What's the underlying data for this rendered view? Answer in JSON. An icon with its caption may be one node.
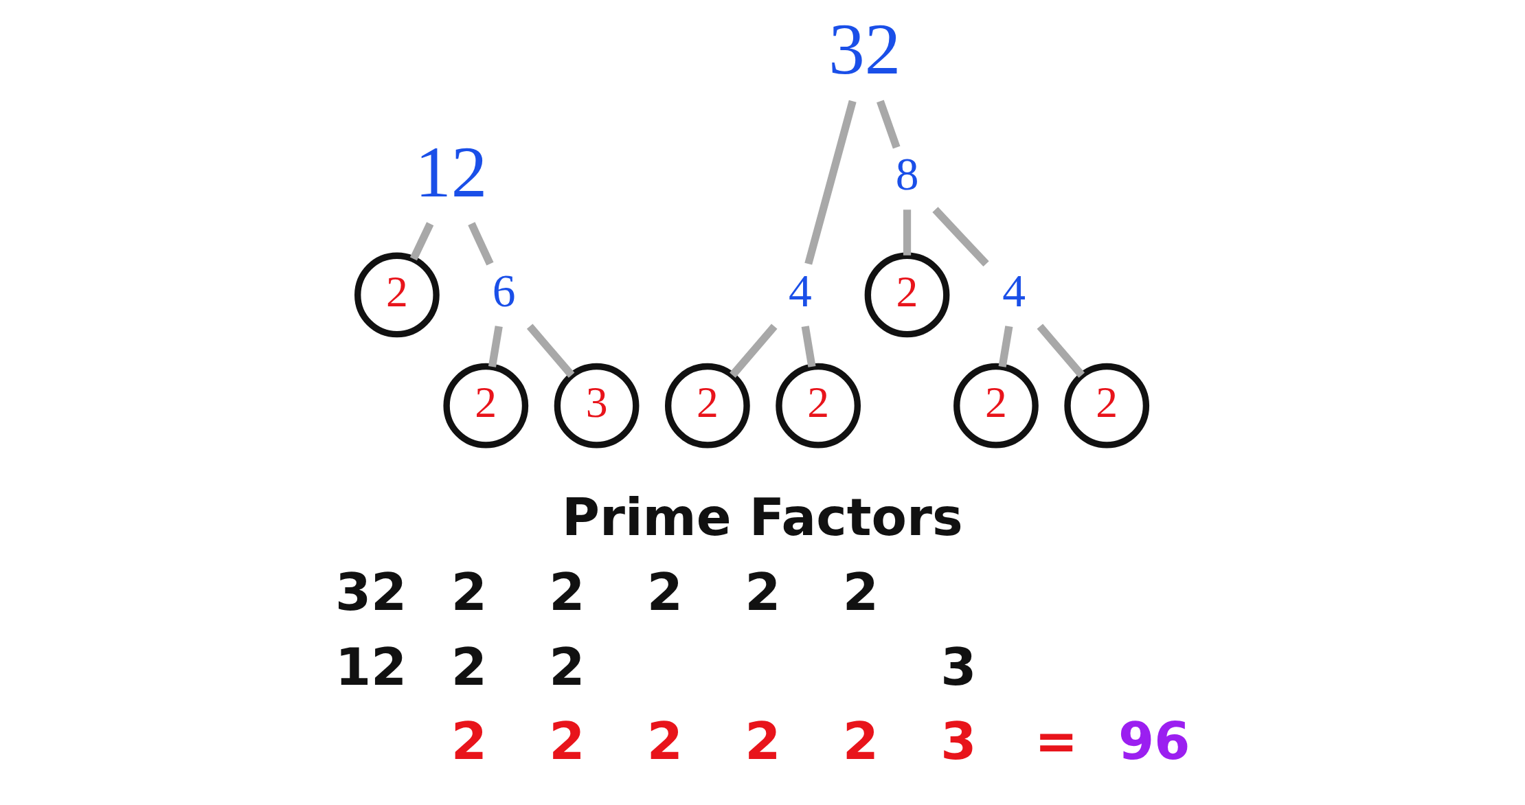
{
  "diagram": {
    "nodes": [
      {
        "text": [
          "12"
        ]
      },
      {
        "text": [
          "2"
        ]
      },
      {
        "text": [
          "6"
        ]
      },
      {
        "text": [
          "2"
        ]
      },
      {
        "text": [
          "3"
        ]
      },
      {
        "text": [
          "32"
        ]
      },
      {
        "text": [
          "4"
        ]
      },
      {
        "text": [
          "8"
        ]
      },
      {
        "text": [
          "2"
        ]
      },
      {
        "text": [
          "2"
        ]
      },
      {
        "text": [
          "2"
        ]
      },
      {
        "text": [
          "4"
        ]
      },
      {
        "text": [
          "2"
        ]
      },
      {
        "text": [
          "2"
        ]
      }
    ],
    "edges": [
      {
        "from": 0,
        "to": 1,
        "arrow": "none"
      },
      {
        "from": 0,
        "to": 2,
        "arrow": "none"
      },
      {
        "from": 2,
        "to": 3,
        "arrow": "none"
      },
      {
        "from": 2,
        "to": 4,
        "arrow": "none"
      },
      {
        "from": 5,
        "to": 6,
        "arrow": "none"
      },
      {
        "from": 5,
        "to": 7,
        "arrow": "none"
      },
      {
        "from": 6,
        "to": 8,
        "arrow": "none"
      },
      {
        "from": 6,
        "to": 9,
        "arrow": "none"
      },
      {
        "from": 7,
        "to": 10,
        "arrow": "none"
      },
      {
        "from": 7,
        "to": 11,
        "arrow": "none"
      },
      {
        "from": 11,
        "to": 12,
        "arrow": "none"
      },
      {
        "from": 11,
        "to": 13,
        "arrow": "none"
      }
    ],
    "labels": [
      "Prime Factors",
      "32",
      "2",
      "2",
      "2",
      "2",
      "2",
      "12",
      "2",
      "2",
      "3",
      "2",
      "2",
      "2",
      "2",
      "2",
      "3",
      "=",
      "96"
    ]
  }
}
